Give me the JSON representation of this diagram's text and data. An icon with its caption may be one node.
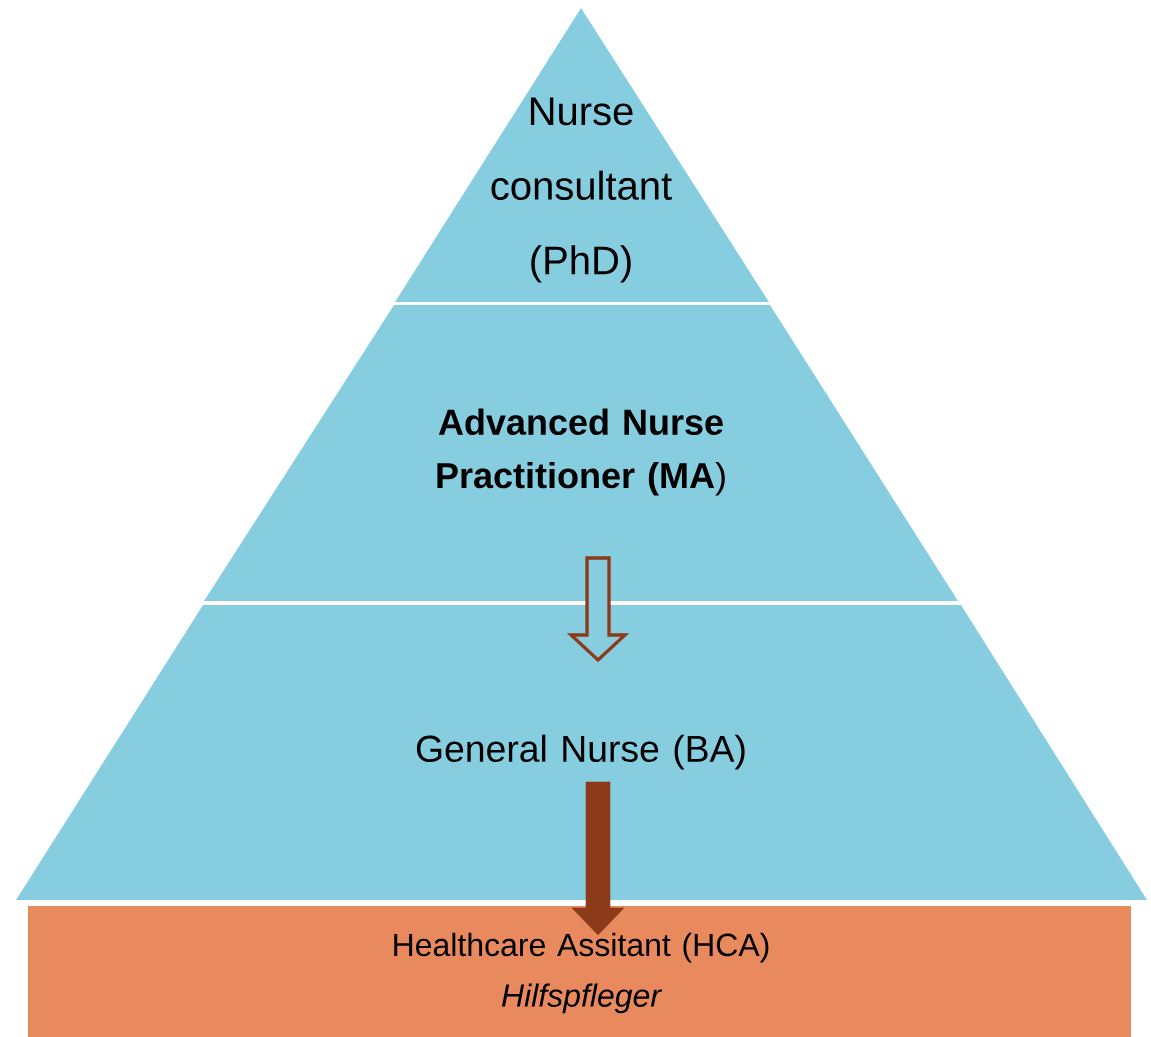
{
  "diagram": {
    "nodes": [
      {
        "text": [
          "Nurse consultant (PhD)"
        ]
      },
      {
        "text": [
          "**Advanced Nurse Practitioner (MA**)"
        ]
      },
      {
        "text": [
          "General Nurse (BA)"
        ]
      },
      {
        "text": [
          "Healthcare Assitant (HCA)",
          "Hilfspfleger"
        ]
      }
    ],
    "edges": [
      {
        "from": 1,
        "to": 2,
        "arrow": "to"
      },
      {
        "from": 2,
        "to": 3,
        "arrow": "to",
        "style": "thick"
      }
    ]
  }
}
